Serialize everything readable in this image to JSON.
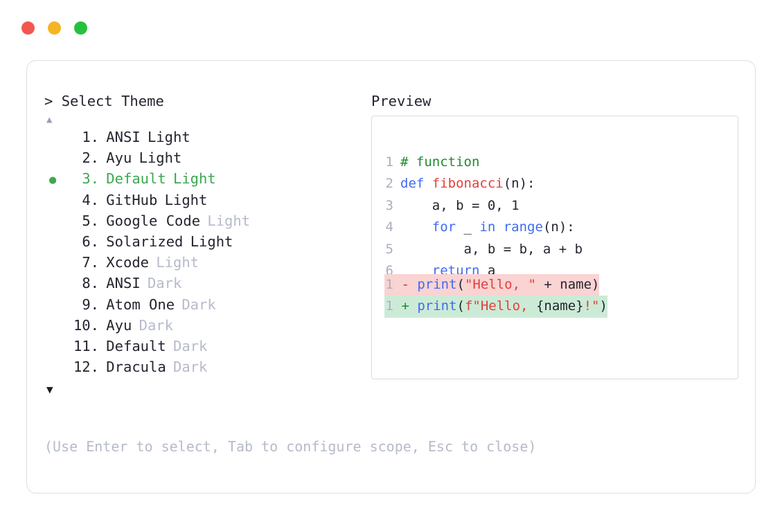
{
  "window": {
    "dots": [
      {
        "name": "close",
        "color": "#f4574e"
      },
      {
        "name": "minimize",
        "color": "#f5b424"
      },
      {
        "name": "maximize",
        "color": "#25c03d"
      }
    ]
  },
  "left": {
    "prompt": ">",
    "heading": "Select Theme",
    "scroll_up": "▲",
    "scroll_down": "▼",
    "selected_bullet": "●",
    "selected_index": 3,
    "items": [
      {
        "index": "1",
        "name": "ANSI",
        "suffix": "Light",
        "suffix_muted": false,
        "selected": false
      },
      {
        "index": "2",
        "name": "Ayu",
        "suffix": "Light",
        "suffix_muted": false,
        "selected": false
      },
      {
        "index": "3",
        "name": "Default",
        "suffix": "Light",
        "suffix_muted": false,
        "selected": true
      },
      {
        "index": "4",
        "name": "GitHub",
        "suffix": "Light",
        "suffix_muted": false,
        "selected": false
      },
      {
        "index": "5",
        "name": "Google Code",
        "suffix": "Light",
        "suffix_muted": true,
        "selected": false
      },
      {
        "index": "6",
        "name": "Solarized",
        "suffix": "Light",
        "suffix_muted": false,
        "selected": false
      },
      {
        "index": "7",
        "name": "Xcode",
        "suffix": "Light",
        "suffix_muted": true,
        "selected": false
      },
      {
        "index": "8",
        "name": "ANSI",
        "suffix": "Dark",
        "suffix_muted": true,
        "selected": false
      },
      {
        "index": "9",
        "name": "Atom One",
        "suffix": "Dark",
        "suffix_muted": true,
        "selected": false
      },
      {
        "index": "10",
        "name": "Ayu",
        "suffix": "Dark",
        "suffix_muted": true,
        "selected": false
      },
      {
        "index": "11",
        "name": "Default",
        "suffix": "Dark",
        "suffix_muted": true,
        "selected": false
      },
      {
        "index": "12",
        "name": "Dracula",
        "suffix": "Dark",
        "suffix_muted": true,
        "selected": false
      }
    ]
  },
  "right": {
    "heading": "Preview",
    "code_lines": [
      {
        "no": "1",
        "tokens": [
          {
            "t": "# function",
            "c": "com"
          }
        ]
      },
      {
        "no": "2",
        "tokens": [
          {
            "t": "def ",
            "c": "kw"
          },
          {
            "t": "fibonacci",
            "c": "fn"
          },
          {
            "t": "(n):",
            "c": "txt"
          }
        ]
      },
      {
        "no": "3",
        "tokens": [
          {
            "t": "    a, b = 0, 1",
            "c": "txt"
          }
        ]
      },
      {
        "no": "4",
        "tokens": [
          {
            "t": "    ",
            "c": "txt"
          },
          {
            "t": "for",
            "c": "kw"
          },
          {
            "t": " _ ",
            "c": "txt"
          },
          {
            "t": "in range",
            "c": "kw"
          },
          {
            "t": "(n):",
            "c": "txt"
          }
        ]
      },
      {
        "no": "5",
        "tokens": [
          {
            "t": "        a, b = b, a + b",
            "c": "txt"
          }
        ]
      },
      {
        "no": "6",
        "tokens": [
          {
            "t": "    ",
            "c": "txt"
          },
          {
            "t": "return",
            "c": "kw"
          },
          {
            "t": " a",
            "c": "txt"
          }
        ]
      }
    ],
    "diff_lines": [
      {
        "no": "1",
        "kind": "del",
        "marker": "-",
        "tokens": [
          {
            "t": "print",
            "c": "kw"
          },
          {
            "t": "(",
            "c": "txt"
          },
          {
            "t": "\"Hello, \"",
            "c": "str"
          },
          {
            "t": " + name)",
            "c": "txt"
          }
        ]
      },
      {
        "no": "1",
        "kind": "add",
        "marker": "+",
        "tokens": [
          {
            "t": "print",
            "c": "kw"
          },
          {
            "t": "(",
            "c": "txt"
          },
          {
            "t": "f\"Hello, ",
            "c": "str"
          },
          {
            "t": "{name}",
            "c": "txt"
          },
          {
            "t": "!\"",
            "c": "str"
          },
          {
            "t": ")",
            "c": "txt"
          }
        ]
      }
    ]
  },
  "footer": {
    "hint": "(Use Enter to select, Tab to configure scope, Esc to close)"
  }
}
